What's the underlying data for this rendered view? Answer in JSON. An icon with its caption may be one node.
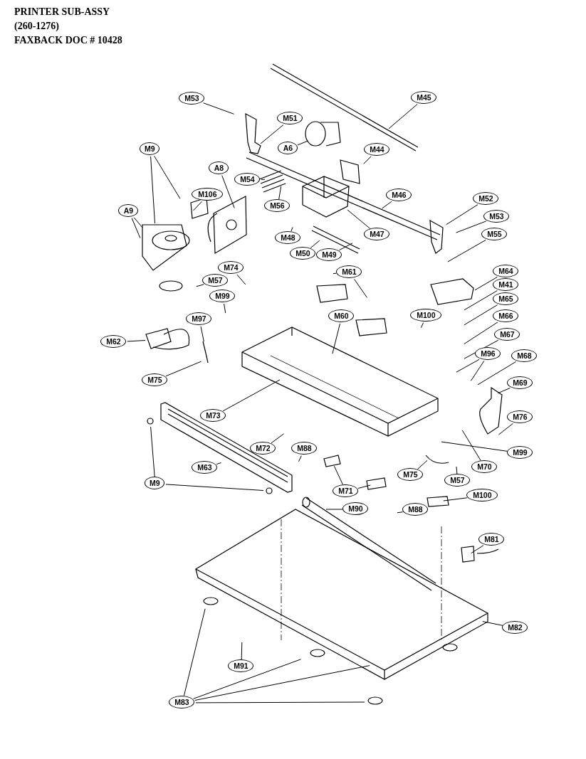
{
  "diagram": {
    "title": "PRINTER SUB-ASSY",
    "labels": [
      "(260-1276)",
      "FAXBACK DOC # 10428"
    ],
    "nodes": [
      {
        "text": [
          "M53"
        ]
      },
      {
        "text": [
          "M45"
        ]
      },
      {
        "text": [
          "M51"
        ]
      },
      {
        "text": [
          "A6"
        ]
      },
      {
        "text": [
          "M9"
        ]
      },
      {
        "text": [
          "M44"
        ]
      },
      {
        "text": [
          "A8"
        ]
      },
      {
        "text": [
          "M54"
        ]
      },
      {
        "text": [
          "M106"
        ]
      },
      {
        "text": [
          "A9"
        ]
      },
      {
        "text": [
          "M52"
        ]
      },
      {
        "text": [
          "M56"
        ]
      },
      {
        "text": [
          "M46"
        ]
      },
      {
        "text": [
          "M53"
        ]
      },
      {
        "text": [
          "M48"
        ]
      },
      {
        "text": [
          "M47"
        ]
      },
      {
        "text": [
          "M55"
        ]
      },
      {
        "text": [
          "M50"
        ]
      },
      {
        "text": [
          "M49"
        ]
      },
      {
        "text": [
          "M61"
        ]
      },
      {
        "text": [
          "M64"
        ]
      },
      {
        "text": [
          "M74"
        ]
      },
      {
        "text": [
          "M57"
        ]
      },
      {
        "text": [
          "M41"
        ]
      },
      {
        "text": [
          "M99"
        ]
      },
      {
        "text": [
          "M65"
        ]
      },
      {
        "text": [
          "M100"
        ]
      },
      {
        "text": [
          "M60"
        ]
      },
      {
        "text": [
          "M66"
        ]
      },
      {
        "text": [
          "M97"
        ]
      },
      {
        "text": [
          "M62"
        ]
      },
      {
        "text": [
          "M67"
        ]
      },
      {
        "text": [
          "M96"
        ]
      },
      {
        "text": [
          "M68"
        ]
      },
      {
        "text": [
          "M75"
        ]
      },
      {
        "text": [
          "M73"
        ]
      },
      {
        "text": [
          "M69"
        ]
      },
      {
        "text": [
          "M76"
        ]
      },
      {
        "text": [
          "M72"
        ]
      },
      {
        "text": [
          "M88"
        ]
      },
      {
        "text": [
          "M99"
        ]
      },
      {
        "text": [
          "M63"
        ]
      },
      {
        "text": [
          "M75"
        ]
      },
      {
        "text": [
          "M70"
        ]
      },
      {
        "text": [
          "M57"
        ]
      },
      {
        "text": [
          "M9"
        ]
      },
      {
        "text": [
          "M71"
        ]
      },
      {
        "text": [
          "M100"
        ]
      },
      {
        "text": [
          "M90"
        ]
      },
      {
        "text": [
          "M88"
        ]
      },
      {
        "text": [
          "M81"
        ]
      },
      {
        "text": [
          "M82"
        ]
      },
      {
        "text": [
          "M91"
        ]
      },
      {
        "text": [
          "M83"
        ]
      }
    ],
    "edges": [
      {
        "from": 0,
        "to": null,
        "arrow": "none"
      },
      {
        "from": 1,
        "to": null,
        "arrow": "none"
      },
      {
        "from": 2,
        "to": null,
        "arrow": "none"
      },
      {
        "from": 3,
        "to": null,
        "arrow": "none"
      },
      {
        "from": 4,
        "to": null,
        "arrow": "none"
      },
      {
        "from": 4,
        "to": null,
        "arrow": "none"
      },
      {
        "from": 5,
        "to": null,
        "arrow": "none"
      },
      {
        "from": 6,
        "to": null,
        "arrow": "none"
      },
      {
        "from": 7,
        "to": null,
        "arrow": "none"
      },
      {
        "from": 8,
        "to": null,
        "arrow": "none"
      },
      {
        "from": 9,
        "to": null,
        "arrow": "none"
      },
      {
        "from": 9,
        "to": null,
        "arrow": "none"
      },
      {
        "from": 10,
        "to": null,
        "arrow": "none"
      },
      {
        "from": 11,
        "to": null,
        "arrow": "none"
      },
      {
        "from": 12,
        "to": null,
        "arrow": "none"
      },
      {
        "from": 13,
        "to": null,
        "arrow": "none"
      },
      {
        "from": 14,
        "to": null,
        "arrow": "none"
      },
      {
        "from": 15,
        "to": null,
        "arrow": "none"
      },
      {
        "from": 16,
        "to": null,
        "arrow": "none"
      },
      {
        "from": 17,
        "to": null,
        "arrow": "none"
      },
      {
        "from": 18,
        "to": null,
        "arrow": "none"
      },
      {
        "from": 19,
        "to": null,
        "arrow": "none"
      },
      {
        "from": 19,
        "to": null,
        "arrow": "none"
      },
      {
        "from": 20,
        "to": null,
        "arrow": "none"
      },
      {
        "from": 21,
        "to": null,
        "arrow": "none"
      },
      {
        "from": 22,
        "to": null,
        "arrow": "none"
      },
      {
        "from": 23,
        "to": null,
        "arrow": "none"
      },
      {
        "from": 24,
        "to": null,
        "arrow": "none"
      },
      {
        "from": 25,
        "to": null,
        "arrow": "none"
      },
      {
        "from": 26,
        "to": null,
        "arrow": "none"
      },
      {
        "from": 27,
        "to": null,
        "arrow": "none"
      },
      {
        "from": 28,
        "to": null,
        "arrow": "none"
      },
      {
        "from": 29,
        "to": null,
        "arrow": "none"
      },
      {
        "from": 30,
        "to": null,
        "arrow": "none"
      },
      {
        "from": 31,
        "to": null,
        "arrow": "none"
      },
      {
        "from": 32,
        "to": null,
        "arrow": "none"
      },
      {
        "from": 32,
        "to": null,
        "arrow": "none"
      },
      {
        "from": 33,
        "to": null,
        "arrow": "none"
      },
      {
        "from": 34,
        "to": null,
        "arrow": "none"
      },
      {
        "from": 35,
        "to": null,
        "arrow": "none"
      },
      {
        "from": 36,
        "to": null,
        "arrow": "none"
      },
      {
        "from": 37,
        "to": null,
        "arrow": "none"
      },
      {
        "from": 38,
        "to": null,
        "arrow": "none"
      },
      {
        "from": 39,
        "to": null,
        "arrow": "none"
      },
      {
        "from": 40,
        "to": null,
        "arrow": "none"
      },
      {
        "from": 41,
        "to": null,
        "arrow": "none"
      },
      {
        "from": 42,
        "to": null,
        "arrow": "none"
      },
      {
        "from": 43,
        "to": null,
        "arrow": "none"
      },
      {
        "from": 44,
        "to": null,
        "arrow": "none"
      },
      {
        "from": 45,
        "to": null,
        "arrow": "none"
      },
      {
        "from": 45,
        "to": null,
        "arrow": "none"
      },
      {
        "from": 46,
        "to": null,
        "arrow": "none"
      },
      {
        "from": 46,
        "to": null,
        "arrow": "none"
      },
      {
        "from": 47,
        "to": null,
        "arrow": "none"
      },
      {
        "from": 48,
        "to": null,
        "arrow": "none"
      },
      {
        "from": 49,
        "to": null,
        "arrow": "none"
      },
      {
        "from": 50,
        "to": null,
        "arrow": "none"
      },
      {
        "from": 51,
        "to": null,
        "arrow": "none"
      },
      {
        "from": 52,
        "to": null,
        "arrow": "none"
      },
      {
        "from": 53,
        "to": null,
        "arrow": "none"
      },
      {
        "from": 53,
        "to": null,
        "arrow": "none"
      },
      {
        "from": 53,
        "to": null,
        "arrow": "none"
      },
      {
        "from": 53,
        "to": null,
        "arrow": "none"
      }
    ]
  }
}
